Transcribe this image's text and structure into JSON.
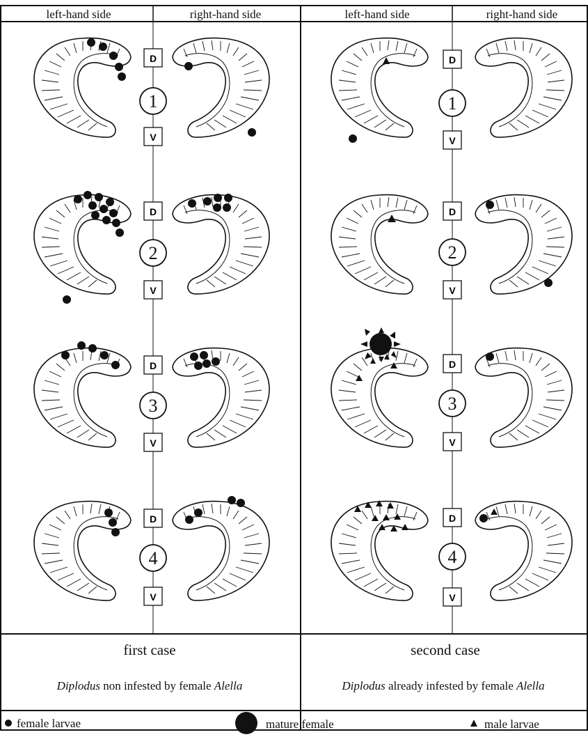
{
  "header": {
    "left_case": {
      "left_label": "left-hand side",
      "right_label": "right-hand side"
    },
    "right_case": {
      "left_label": "left-hand side",
      "right_label": "right-hand side"
    }
  },
  "rows": [
    {
      "number": "1",
      "top_box": "D",
      "bottom_box": "V"
    },
    {
      "number": "2",
      "top_box": "D",
      "bottom_box": "V"
    },
    {
      "number": "3",
      "top_box": "D",
      "bottom_box": "V"
    },
    {
      "number": "4",
      "top_box": "D",
      "bottom_box": "V"
    }
  ],
  "cases": [
    {
      "title": "first case",
      "desc_species": "Diplodus",
      "desc_middle": "non infested by  female",
      "desc_parasite": "Alella"
    },
    {
      "title": "second case",
      "desc_species": "Diplodus",
      "desc_middle": "already  infested by  female",
      "desc_parasite": "Alella"
    }
  ],
  "legend": {
    "female_larvae": "female larvae",
    "mature_female": "mature female",
    "male_larvae": "male larvae"
  },
  "colors": {
    "ink": "#111111",
    "background": "#ffffff"
  }
}
